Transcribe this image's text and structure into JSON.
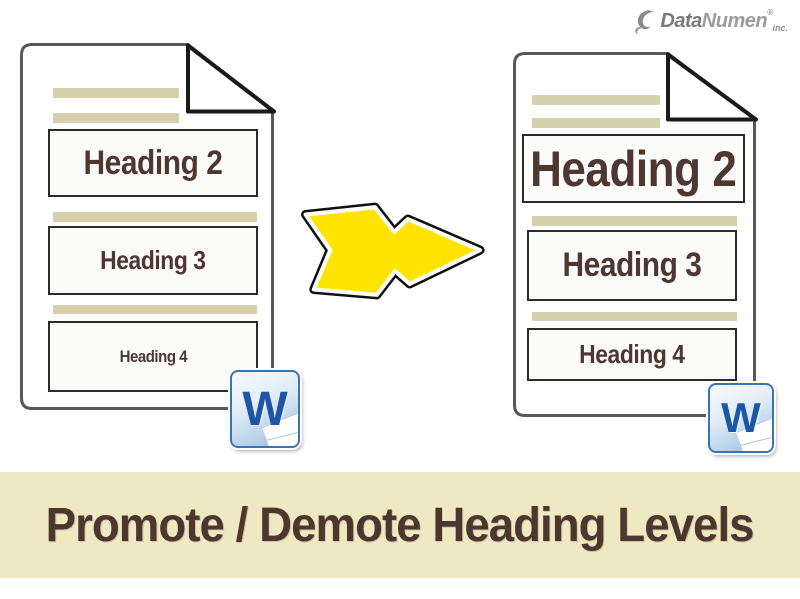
{
  "logo": {
    "brand_bold": "Data",
    "brand_light": "Numen",
    "registered_mark": "®",
    "company_suffix": "inc.",
    "color": "#8c8c8c"
  },
  "before_document": {
    "description": "word document before promoting heading levels",
    "headings": [
      {
        "level": "h2",
        "label": "Heading 2"
      },
      {
        "level": "h3",
        "label": "Heading 3"
      },
      {
        "level": "h4",
        "label": "Heading 4"
      }
    ],
    "app_icon": {
      "name": "word-icon",
      "letter": "W"
    }
  },
  "after_document": {
    "description": "word document after promoting heading levels",
    "headings": [
      {
        "level": "h2",
        "label": "Heading 2"
      },
      {
        "level": "h3",
        "label": "Heading 3"
      },
      {
        "level": "h4",
        "label": "Heading 4"
      }
    ],
    "app_icon": {
      "name": "word-icon",
      "letter": "W"
    }
  },
  "transform_arrow": {
    "direction": "right",
    "fill_color": "#FFE400",
    "outline_color": "#111111",
    "inner_stroke_color": "#FFFFFF"
  },
  "banner": {
    "title": "Promote / Demote Heading Levels",
    "background_color": "#EFE9C3",
    "text_color": "#4C362E"
  },
  "palette": {
    "heading_text": "#4E3731",
    "placeholder_bar": "#D5CFAB",
    "page_border": "#5C5757",
    "fold_outline": "#1A1A1A",
    "heading_box_border": "#2F2B2B",
    "heading_box_background": "#FBFBFA"
  }
}
